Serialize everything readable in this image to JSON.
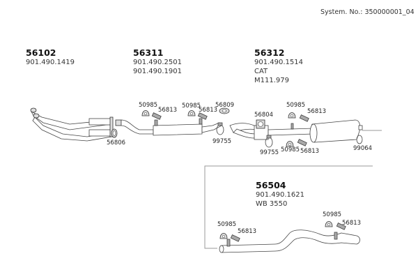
{
  "header": {
    "system_no": "System. No.: 350000001_04"
  },
  "groups": [
    {
      "id": "56102",
      "title": "56102",
      "lines": [
        "901.490.1419"
      ]
    },
    {
      "id": "56311",
      "title": "56311",
      "lines": [
        "901.490.2501",
        "901.490.1901"
      ]
    },
    {
      "id": "56312",
      "title": "56312",
      "lines": [
        "901.490.1514",
        "CAT",
        "M111.979"
      ]
    },
    {
      "id": "56504",
      "title": "56504",
      "lines": [
        "901.490.1621",
        "WB 3550"
      ]
    }
  ],
  "part_labels": {
    "p56806": "56806",
    "p50985_a": "50985",
    "p56813_a": "56813",
    "p50985_b": "50985",
    "p56813_b": "56813",
    "p56809": "56809",
    "p99755_a": "99755",
    "p56804": "56804",
    "p50985_c": "50985",
    "p56813_c": "56813",
    "p99755_b": "99755",
    "p50985_d": "50985",
    "p56813_d": "56813",
    "p99064": "99064",
    "p50985_e": "50985",
    "p56813_e": "56813",
    "p50985_f": "50985",
    "p56813_f": "56813"
  }
}
